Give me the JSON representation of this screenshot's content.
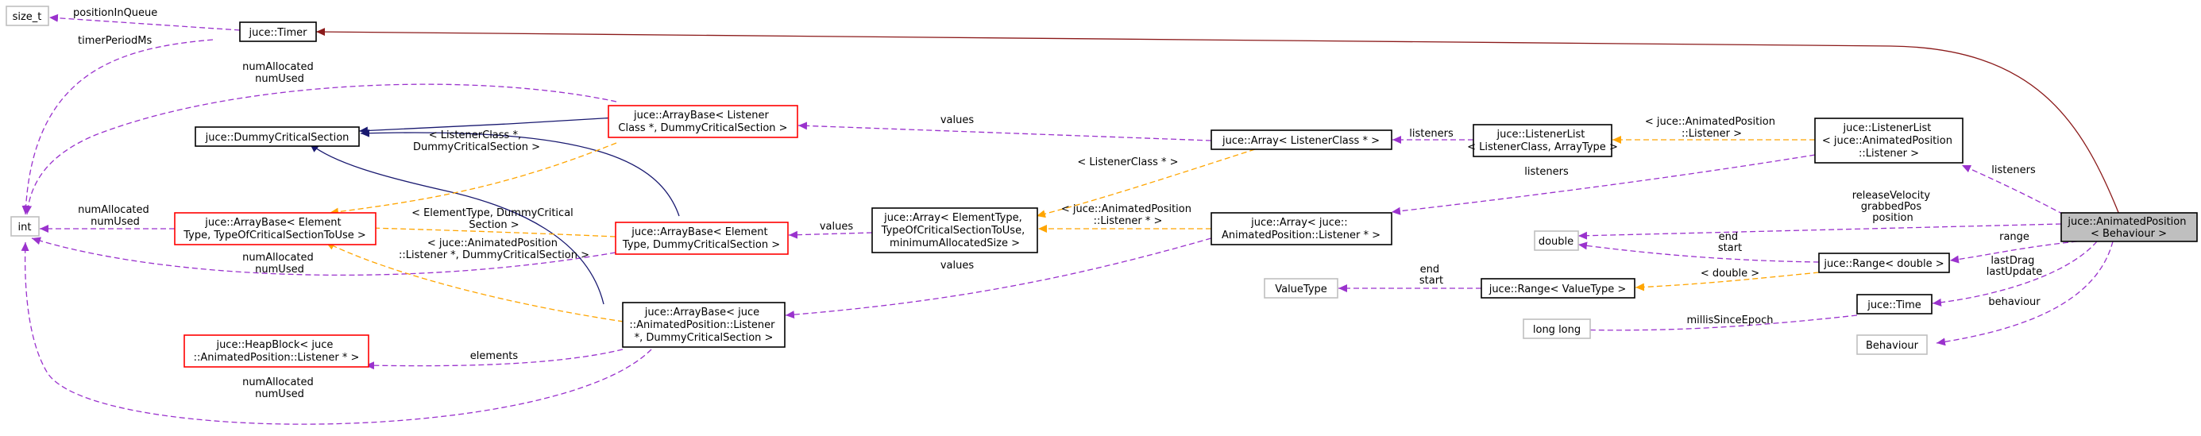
{
  "nodes": {
    "size_t": "size_t",
    "timer": "juce::Timer",
    "int": "int",
    "dummy_cs": "juce::DummyCriticalSection",
    "ab_listener_class": [
      "juce::ArrayBase< Listener",
      "Class *, DummyCriticalSection >"
    ],
    "ab_element_tocs": [
      "juce::ArrayBase< Element",
      "Type, TypeOfCriticalSectionToUse >"
    ],
    "ab_element_dcs": [
      "juce::ArrayBase< Element",
      "Type, DummyCriticalSection >"
    ],
    "heapblock": [
      "juce::HeapBlock< juce",
      "::AnimatedPosition::Listener * >"
    ],
    "ab_juce_listener": [
      "juce::ArrayBase< juce",
      "::AnimatedPosition::Listener",
      "*, DummyCriticalSection >"
    ],
    "array_generic": [
      "juce::Array< ElementType,",
      "TypeOfCriticalSectionToUse,",
      "minimumAllocatedSize >"
    ],
    "array_listener_class": "juce::Array< ListenerClass * >",
    "array_juce_listener": [
      "juce::Array< juce::",
      "AnimatedPosition::Listener * >"
    ],
    "listenerlist_generic": [
      "juce::ListenerList",
      "< ListenerClass, ArrayType >"
    ],
    "listenerlist_juce": [
      "juce::ListenerList",
      "< juce::AnimatedPosition",
      "::Listener >"
    ],
    "double": "double",
    "range_double": "juce::Range< double >",
    "valuetype": "ValueType",
    "range_valuetype": "juce::Range< ValueType >",
    "longlong": "long long",
    "time": "juce::Time",
    "behaviour": "Behaviour",
    "animated_position": [
      "juce::AnimatedPosition",
      "< Behaviour >"
    ]
  },
  "edge_labels": {
    "position_in_queue": "positionInQueue",
    "timer_period_ms": "timerPeriodMs",
    "num_alloc_top": [
      "numAllocated",
      "numUsed"
    ],
    "num_alloc_left": [
      "numAllocated",
      "numUsed"
    ],
    "num_alloc_mid": [
      "numAllocated",
      "numUsed"
    ],
    "num_alloc_bottom": [
      "numAllocated",
      "numUsed"
    ],
    "tpl_listener_class_dcs": [
      "< ListenerClass *,",
      "DummyCriticalSection >"
    ],
    "tpl_elementtype_dcs": [
      "< ElementType, DummyCritical",
      "Section >"
    ],
    "tpl_juce_listener_dcs": [
      "< juce::AnimatedPosition",
      "::Listener *, DummyCriticalSection >"
    ],
    "values_top": "values",
    "values_mid": "values",
    "values_bottom": "values",
    "elements": "elements",
    "tpl_listener_class_ptr": "< ListenerClass * >",
    "tpl_juce_listener_ptr": [
      "< juce::AnimatedPosition",
      "::Listener * >"
    ],
    "listeners_top": "listeners",
    "listeners_mid": "listeners",
    "tpl_juce_listener": [
      "< juce::AnimatedPosition",
      "::Listener >"
    ],
    "listeners_right": "listeners",
    "release_velocity": [
      "releaseVelocity",
      "grabbedPos",
      "position"
    ],
    "end_start_double": [
      "end",
      "start"
    ],
    "range": "range",
    "end_start_valuetype": [
      "end",
      "start"
    ],
    "tpl_double": "< double >",
    "millis_since_epoch": "millisSinceEpoch",
    "last_drag": [
      "lastDrag",
      "lastUpdate"
    ],
    "behaviour_edge": "behaviour"
  },
  "colors": {
    "usage_edge": "#9a32cd",
    "template_edge": "#ffa500",
    "inheritance_edge": "#191970",
    "timer_inheritance_edge": "#8b1a1a",
    "focus_fill": "#bfbfbf",
    "class_border": "#000000",
    "incomplete_border": "#ff0000",
    "external_border": "#bfbfbf"
  }
}
